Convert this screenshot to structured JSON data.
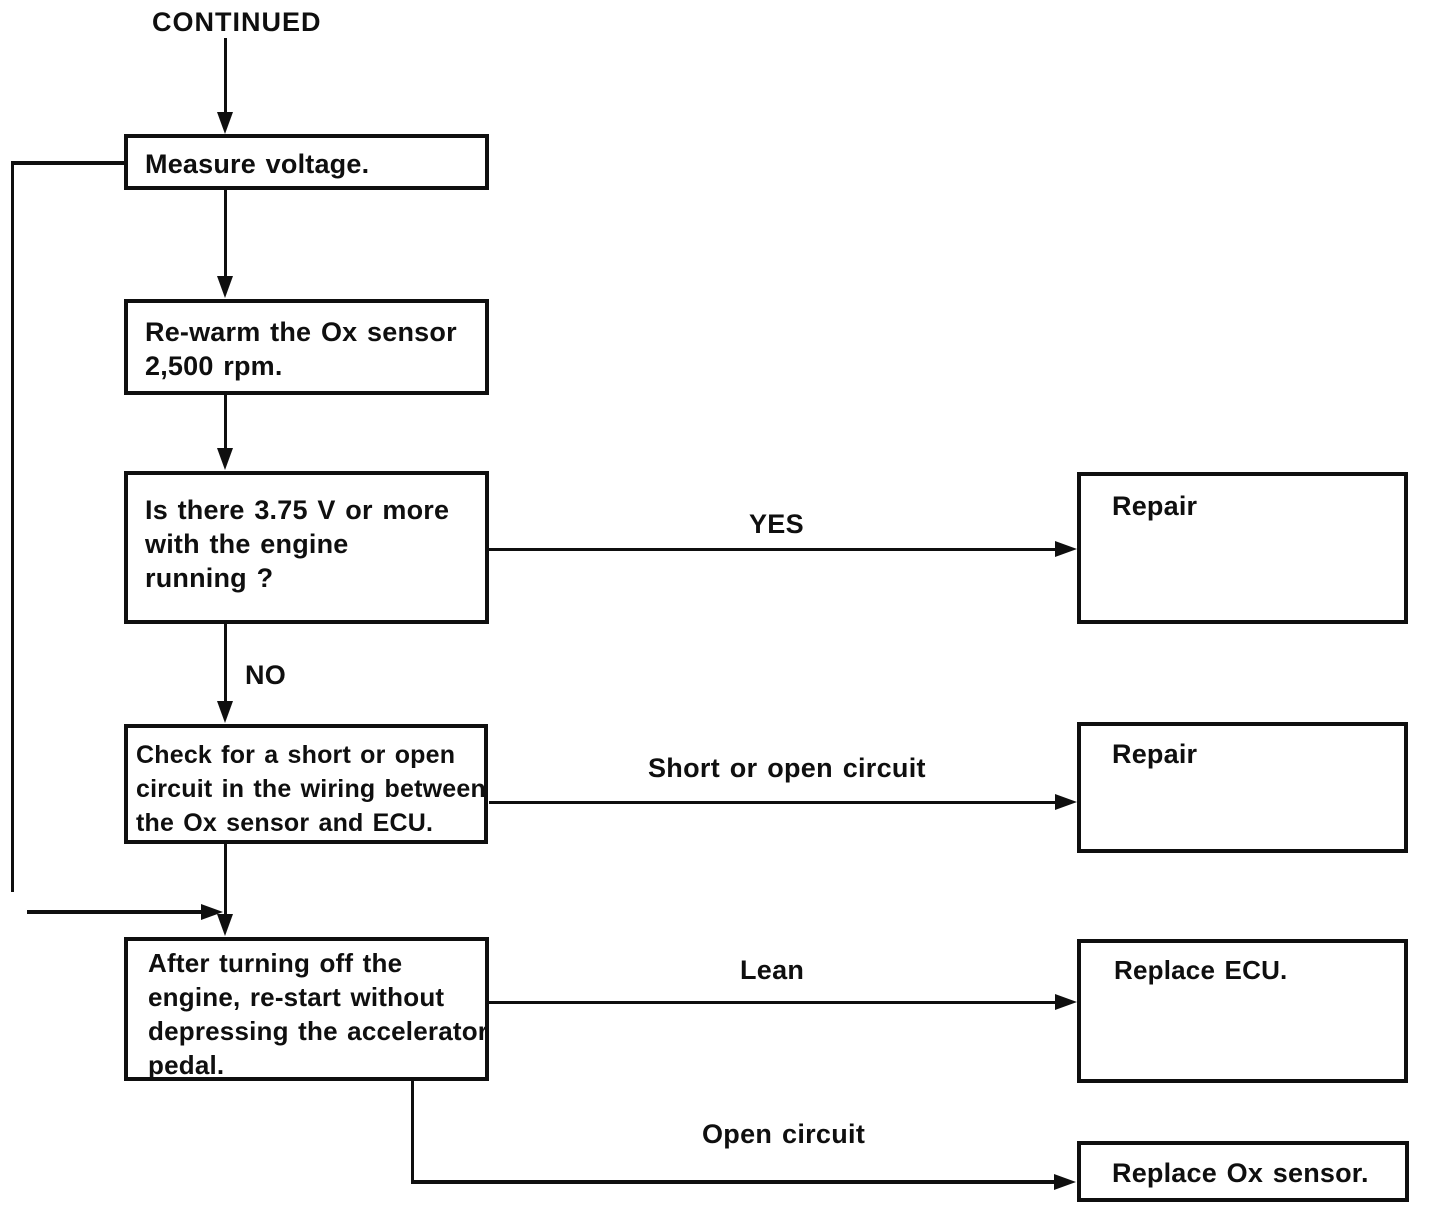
{
  "page": {
    "background": "#ffffff",
    "ink": "#0f0f0f"
  },
  "flow": {
    "continued_label": "CONTINUED",
    "process_boxes": [
      {
        "name": "measure-voltage",
        "text": "Measure voltage."
      },
      {
        "name": "rewarm-sensor",
        "text": "Re-warm the Ox sensor\n2,500 rpm."
      },
      {
        "name": "voltage-threshold-question",
        "text": "Is there 3.75 V or more\nwith the engine\nrunning ?"
      },
      {
        "name": "check-wiring",
        "text": "Check for a short or open\ncircuit in the wiring between\nthe Ox sensor and ECU."
      },
      {
        "name": "restart-engine",
        "text": "After turning off the\nengine, re-start without\ndepressing the accelerator\npedal."
      }
    ],
    "result_boxes": [
      {
        "name": "repair-1",
        "text": "Repair"
      },
      {
        "name": "repair-2",
        "text": "Repair"
      },
      {
        "name": "replace-ecu",
        "text": "Replace ECU."
      },
      {
        "name": "replace-ox-sensor",
        "text": "Replace Ox sensor."
      }
    ],
    "edge_labels": {
      "yes": "YES",
      "no": "NO",
      "short_or_open": "Short or open circuit",
      "lean": "Lean",
      "open_circuit": "Open circuit"
    }
  }
}
